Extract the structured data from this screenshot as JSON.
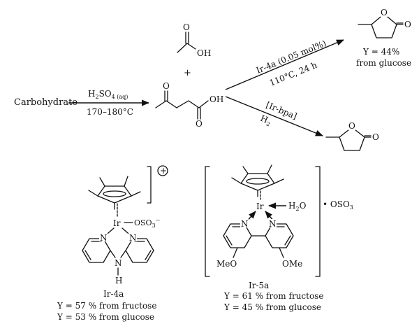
{
  "reaction": {
    "start": "Carbohydrate",
    "step1_reagent": "H",
    "step1_reagent_sub1": "2",
    "step1_reagent_mid": "SO",
    "step1_reagent_sub2": "4 (aq)",
    "step1_condition": "170–180°C",
    "plus": "+",
    "acetic_acid_oh": "OH",
    "acetic_acid_o": "O",
    "levulinic_o": "O",
    "levulinic_oh": "OH",
    "upper_catalyst": "Ir-4a (0.05 mol%)",
    "upper_condition": "110°C, 24 h",
    "upper_yield": "Y = 44%",
    "upper_yield_source": "from glucose",
    "lower_catalyst": "[Ir-bpa]",
    "lower_reagent": "H",
    "lower_reagent_sub": "2",
    "lactone_ring_o": "O",
    "lactone_carbonyl_o": "O"
  },
  "catalysts": [
    {
      "name": "Ir-4a",
      "charge": "+",
      "metal": "Ir",
      "ligand": "OSO",
      "ligand_sub": "3",
      "ligand_sup": "−",
      "n1": "N",
      "n2": "N",
      "nh_n": "N",
      "nh_h": "H",
      "yields": [
        "Y = 57 % from fructose",
        "Y = 53 % from glucose"
      ]
    },
    {
      "name": "Ir-5a",
      "metal": "Ir",
      "water": "H",
      "water_sub": "2",
      "water_o": "O",
      "counterion": "• OSO",
      "counterion_sub": "3",
      "n1": "N",
      "n2": "N",
      "substituent1": "MeO",
      "substituent2": "OMe",
      "yields": [
        "Y = 61 % from fructose",
        "Y = 45 % from glucose"
      ]
    }
  ]
}
